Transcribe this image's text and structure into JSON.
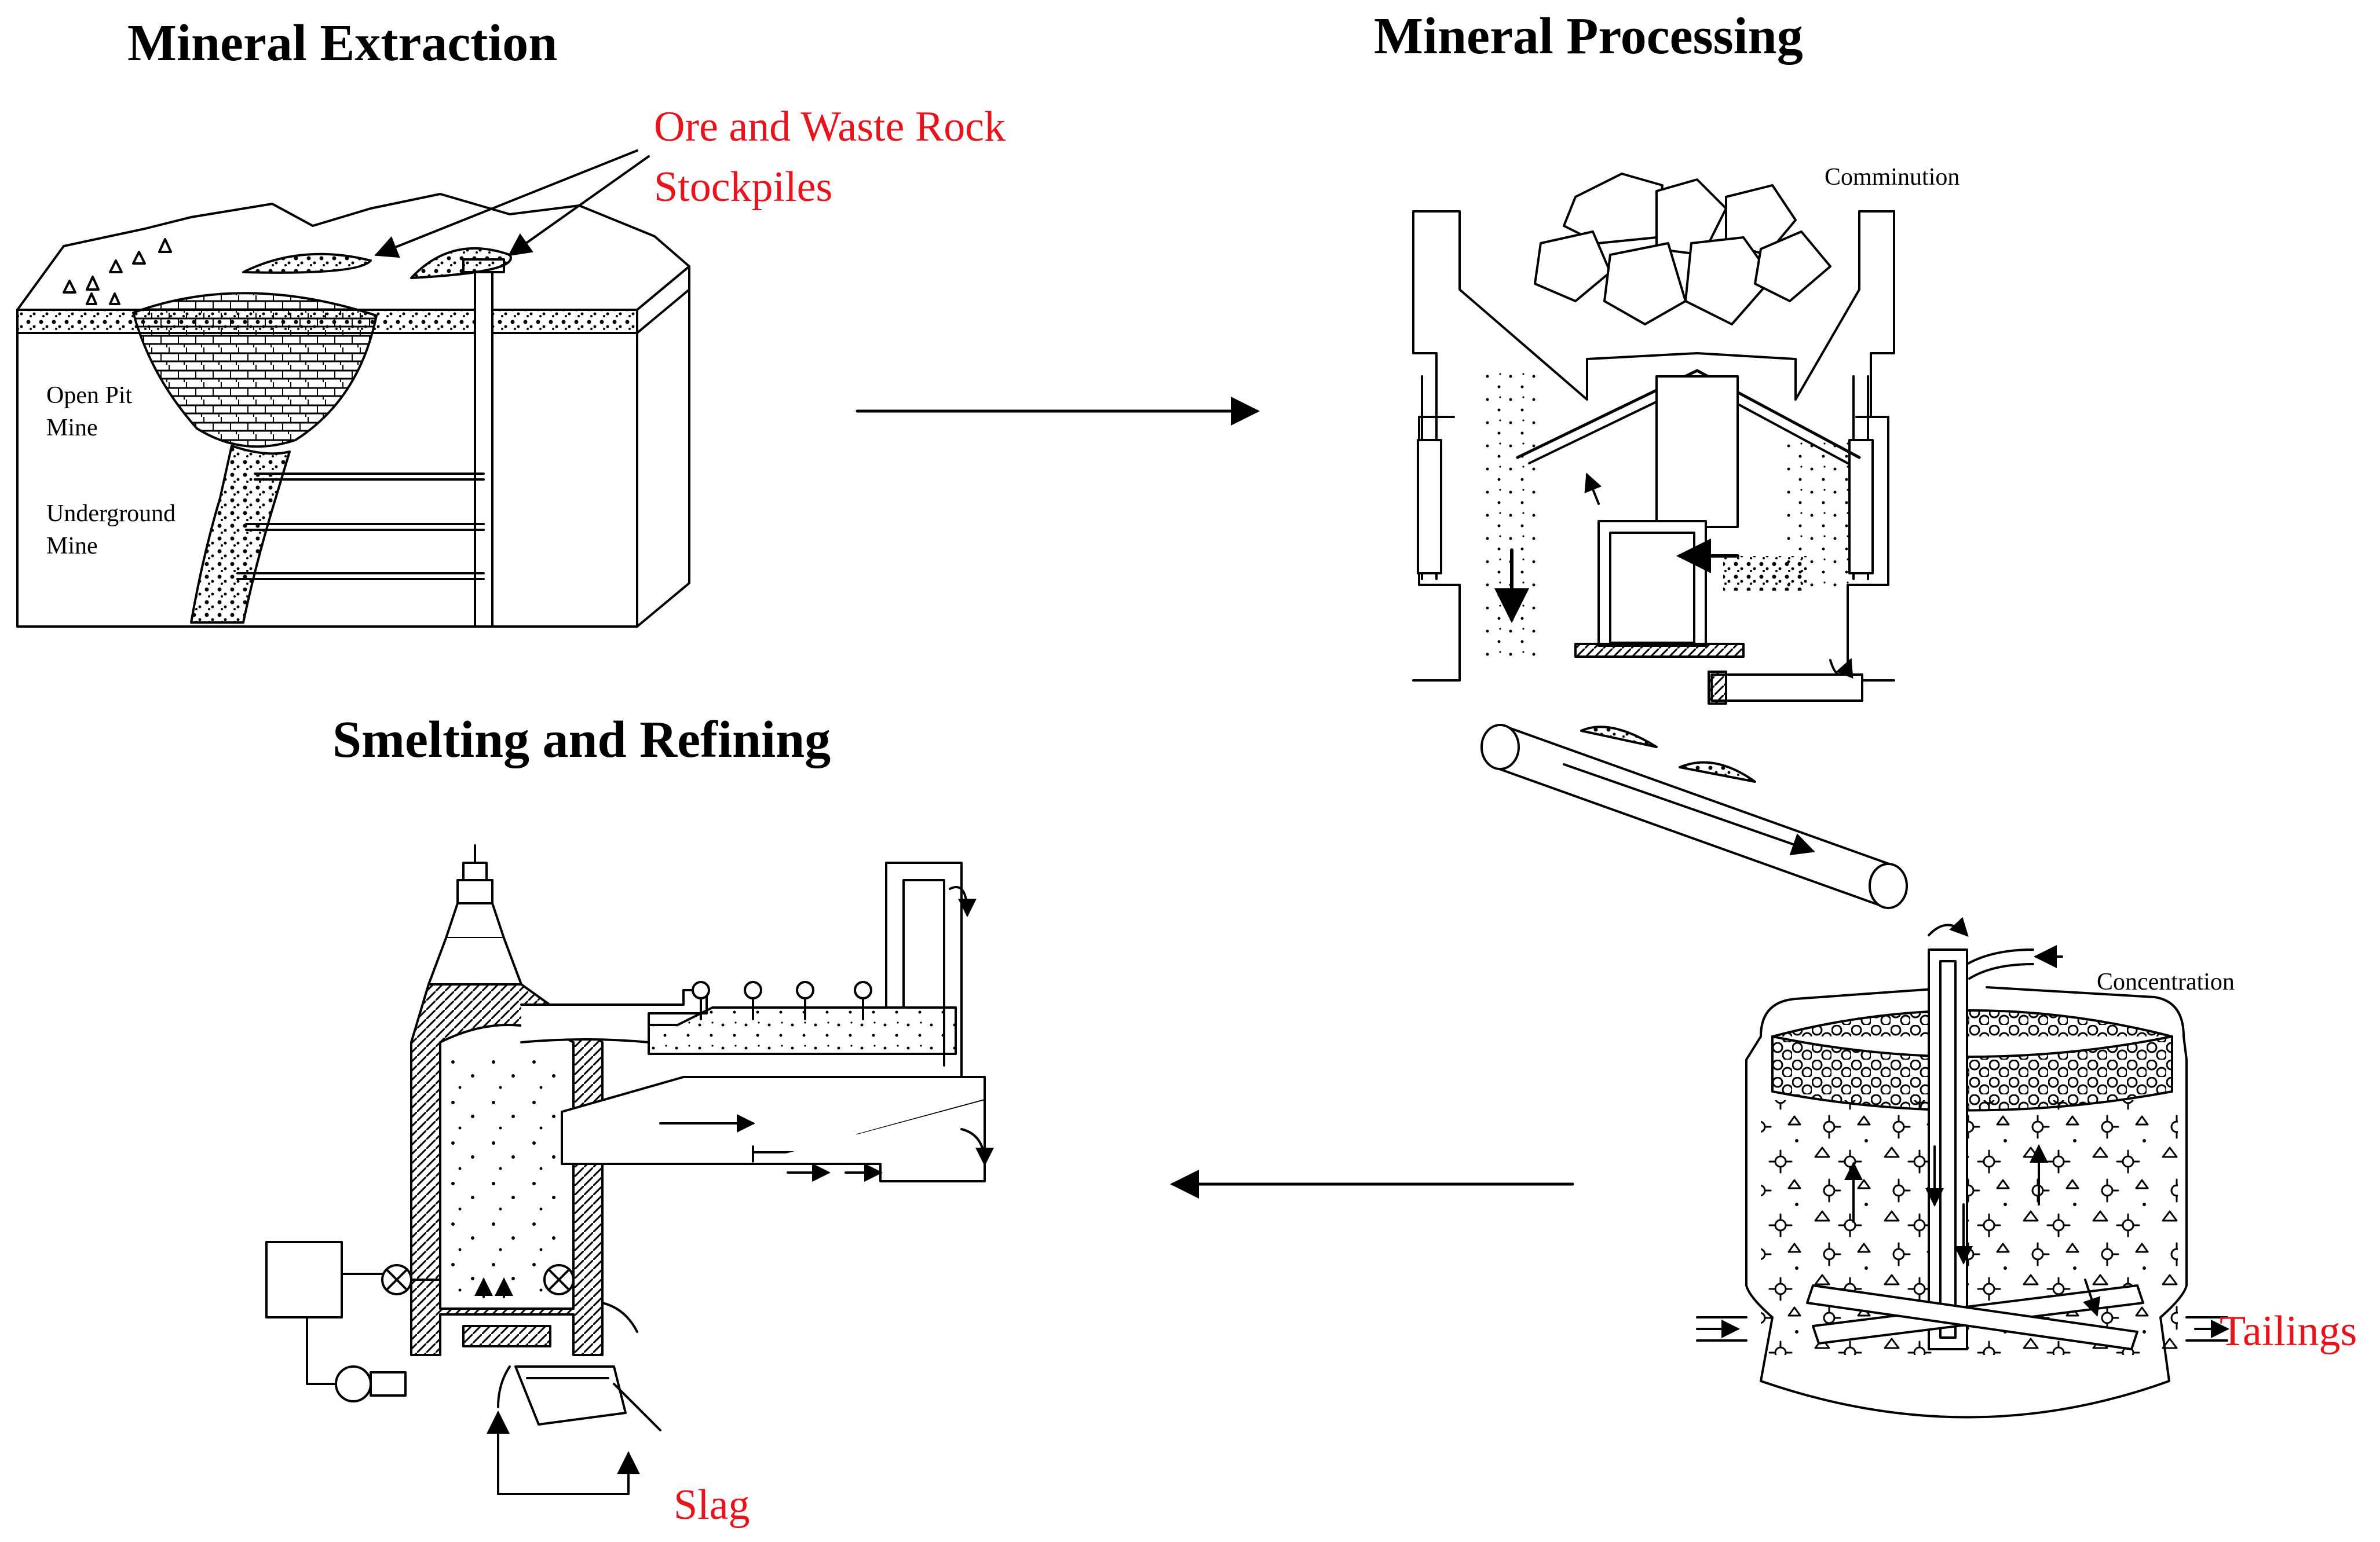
{
  "colors": {
    "ink": "#000000",
    "highlight": "#e8131b",
    "background": "#ffffff"
  },
  "stages": {
    "extraction": {
      "title": "Mineral Extraction",
      "highlight_line1": "Ore and Waste Rock",
      "highlight_line2": "Stockpiles",
      "label_pit_1": "Open Pit",
      "label_pit_2": "Mine",
      "label_ug_1": "Underground",
      "label_ug_2": "Mine"
    },
    "processing": {
      "title": "Mineral Processing",
      "label_comminution": "Comminution",
      "label_concentration": "Concentration",
      "highlight_tailings": "Tailings"
    },
    "smelting": {
      "title": "Smelting and Refining",
      "highlight_slag": "Slag"
    }
  }
}
